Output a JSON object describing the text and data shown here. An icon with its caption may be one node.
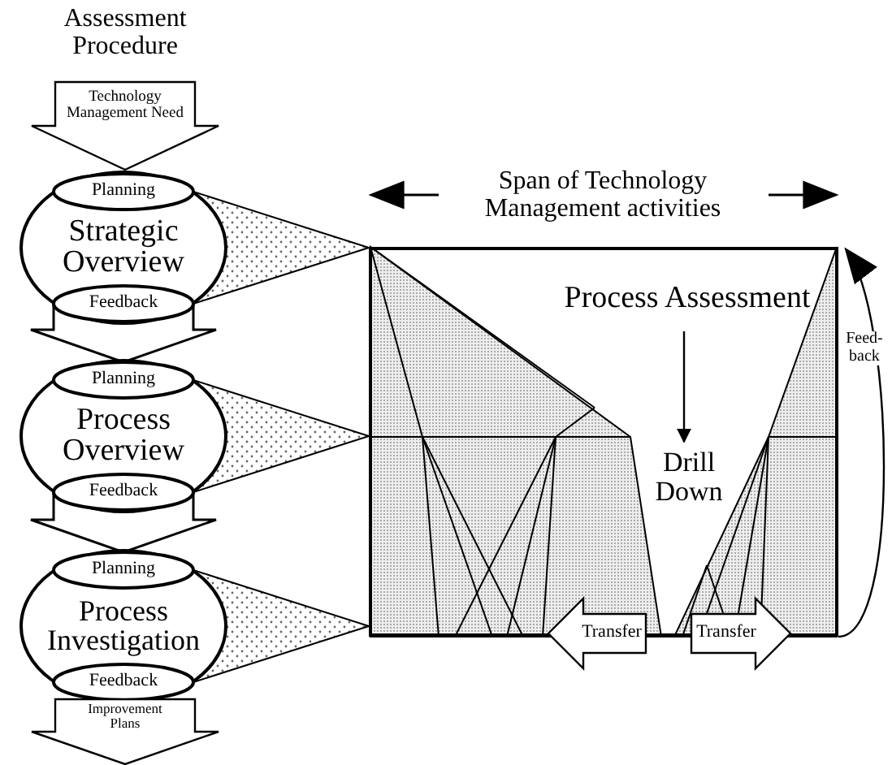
{
  "diagram": {
    "title": "Assessment Procedure",
    "nodes": [
      {
        "text": [
          "Technology Management Need"
        ]
      },
      {
        "text": [
          "Strategic Overview"
        ]
      },
      {
        "text": [
          "Planning"
        ],
        "in": 1
      },
      {
        "text": [
          "Feedback"
        ],
        "in": 1
      },
      {
        "text": [
          "Process Overview"
        ]
      },
      {
        "text": [
          "Planning"
        ],
        "in": 4
      },
      {
        "text": [
          "Feedback"
        ],
        "in": 4
      },
      {
        "text": [
          "Process Investigation"
        ]
      },
      {
        "text": [
          "Planning"
        ],
        "in": 7
      },
      {
        "text": [
          "Feedback"
        ],
        "in": 7
      },
      {
        "text": [
          "Improvement Plans"
        ]
      },
      {
        "text": [
          "Process Assessment",
          "Drill Down"
        ]
      },
      {
        "text": [
          "Transfer"
        ]
      },
      {
        "text": [
          "Transfer"
        ]
      }
    ],
    "edges": [
      {
        "from": 1,
        "to": 4,
        "arrow": "to",
        "style": "thick"
      },
      {
        "from": 4,
        "to": 7,
        "arrow": "to",
        "style": "thick"
      },
      {
        "from": 2,
        "to": 11,
        "arrow": "none"
      },
      {
        "from": 3,
        "to": 11,
        "arrow": "none"
      },
      {
        "from": 5,
        "to": 11,
        "arrow": "none"
      },
      {
        "from": 6,
        "to": 11,
        "arrow": "none"
      },
      {
        "from": 8,
        "to": 11,
        "arrow": "none"
      },
      {
        "from": 9,
        "to": 11,
        "arrow": "none"
      },
      {
        "from": 11,
        "to": 11,
        "arrow": "to",
        "label": "Feed- back"
      }
    ],
    "labels": [
      "Span of Technology Management activities"
    ]
  }
}
